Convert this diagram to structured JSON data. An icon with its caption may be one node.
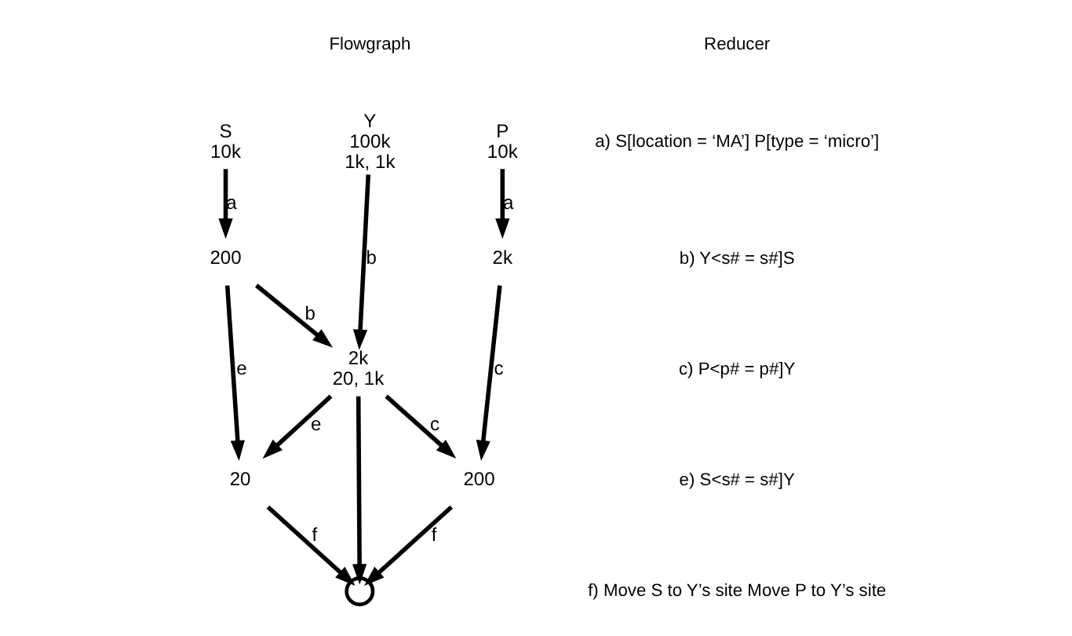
{
  "diagram": {
    "nodes": [
      {
        "text": [
          "S",
          "10k"
        ]
      },
      {
        "text": [
          "Y",
          "100k",
          "1k, 1k"
        ]
      },
      {
        "text": [
          "P",
          "10k"
        ]
      },
      {
        "text": [
          "200"
        ]
      },
      {
        "text": [
          "2k"
        ]
      },
      {
        "text": [
          "2k",
          "20, 1k"
        ]
      },
      {
        "text": [
          "20"
        ]
      },
      {
        "text": [
          "200"
        ]
      },
      {
        "text": [],
        "shape": "circle"
      }
    ],
    "edges": [
      {
        "from": 0,
        "to": 3,
        "arrow": "to",
        "label": "a"
      },
      {
        "from": 2,
        "to": 4,
        "arrow": "to",
        "label": "a"
      },
      {
        "from": 1,
        "to": 5,
        "arrow": "to",
        "label": "b"
      },
      {
        "from": 3,
        "to": 5,
        "arrow": "to",
        "label": "b"
      },
      {
        "from": 3,
        "to": 6,
        "arrow": "to",
        "label": "e"
      },
      {
        "from": 5,
        "to": 6,
        "arrow": "to",
        "label": "e"
      },
      {
        "from": 4,
        "to": 7,
        "arrow": "to",
        "label": "c"
      },
      {
        "from": 5,
        "to": 7,
        "arrow": "to",
        "label": "c"
      },
      {
        "from": 5,
        "to": 8,
        "arrow": "to"
      },
      {
        "from": 6,
        "to": 8,
        "arrow": "to",
        "label": "f"
      },
      {
        "from": 7,
        "to": 8,
        "arrow": "to",
        "label": "f"
      }
    ],
    "labels": [
      "Reducer",
      "Flowgraph",
      "a) S[location = ‘MA’] P[type = ‘micro’]",
      "b) Y<s# = s#]S",
      "c) P<p# = p#]Y",
      "e) S<s# = s#]Y",
      "f) Move S to Y’s site Move P to Y’s site"
    ]
  }
}
